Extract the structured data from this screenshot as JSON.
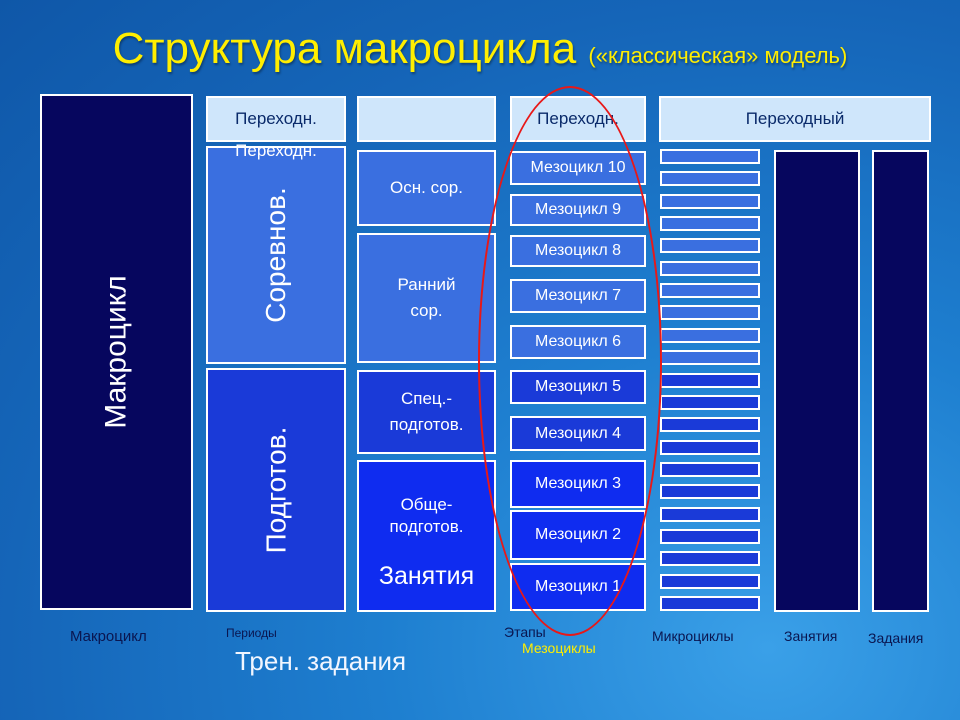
{
  "title": {
    "main": "Структура макроцикла",
    "subtitle": "(«классическая» модель)"
  },
  "macro": {
    "label": "Макроцикл"
  },
  "periods": {
    "top": "Переходн.",
    "top_overlay": "Переходн.",
    "competition": "Соревнов.",
    "preparation": "Подготов."
  },
  "stages": {
    "main_comp": "Осн. сор.",
    "early_comp": "Ранний сор.",
    "special_prep": "Спец.-подготов.",
    "general_prep": "Обще-подготов.",
    "overlay": "Занятия"
  },
  "mesocycles": {
    "top": "Переходн.",
    "items": [
      "Мезоцикл 10",
      "Мезоцикл 9",
      "Мезоцикл 8",
      "Мезоцикл 7",
      "Мезоцикл 6",
      "Мезоцикл 5",
      "Мезоцикл 4",
      "Мезоцикл 3",
      "Мезоцикл 2",
      "Мезоцикл 1"
    ]
  },
  "transition_label": "Переходный",
  "captions": {
    "macro": "Макроцикл",
    "periods": "Периоды",
    "training_tasks": "Трен. задания",
    "stages": "Этапы",
    "mesocycles": "Мезоциклы",
    "microcycles": "Микроциклы",
    "sessions": "Занятия",
    "tasks": "Задания"
  },
  "colors": {
    "title": "#ffee00",
    "ellipse": "#e81818",
    "navy": "#06065e",
    "light": "#cfe6fb"
  }
}
